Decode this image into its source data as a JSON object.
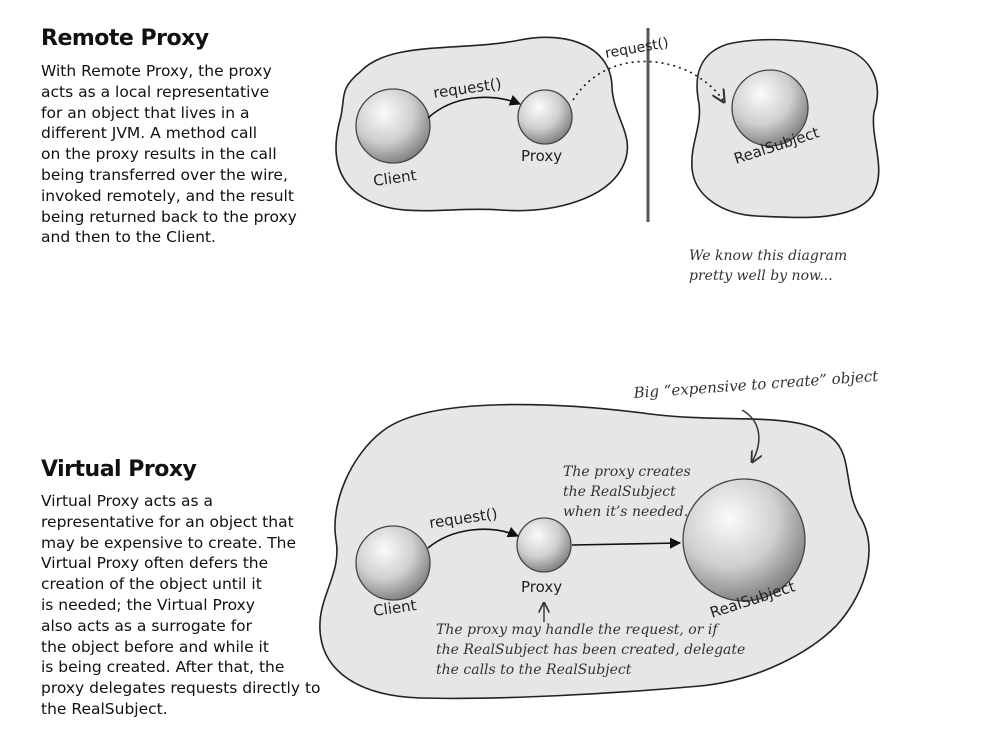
{
  "remote": {
    "heading": "Remote Proxy",
    "lines": [
      "With Remote Proxy, the proxy",
      "acts as a local representative",
      "for an object that lives in a",
      "different JVM. A method call",
      "on the proxy results in the call",
      "being transferred over the wire,",
      "invoked remotely, and the result",
      "being returned back to the proxy",
      "and then to the Client."
    ],
    "diagram": {
      "client": "Client",
      "proxy": "Proxy",
      "real_subject": "RealSubject",
      "request_local": "request()",
      "request_remote": "request()",
      "note_lines": [
        "We know this diagram",
        "pretty well by now..."
      ]
    }
  },
  "virtual": {
    "heading": "Virtual Proxy",
    "lines": [
      "Virtual Proxy acts as a",
      "representative for an object that",
      "may be expensive to create. The",
      "Virtual Proxy often defers the",
      "creation of the object until it",
      "is needed; the Virtual Proxy",
      "also acts as a surrogate for",
      "the object before and while it",
      "is being created.  After that, the",
      "proxy delegates requests directly to",
      "the RealSubject."
    ],
    "diagram": {
      "client": "Client",
      "proxy": "Proxy",
      "real_subject": "RealSubject",
      "request": "request()",
      "big_note": "Big “expensive to create” object",
      "creates_note": [
        "The proxy creates",
        "the RealSubject",
        "when it’s needed."
      ],
      "handle_note": [
        "The proxy may handle the request, or if",
        "the RealSubject has been created, delegate",
        "the calls to the  RealSubject"
      ]
    }
  }
}
